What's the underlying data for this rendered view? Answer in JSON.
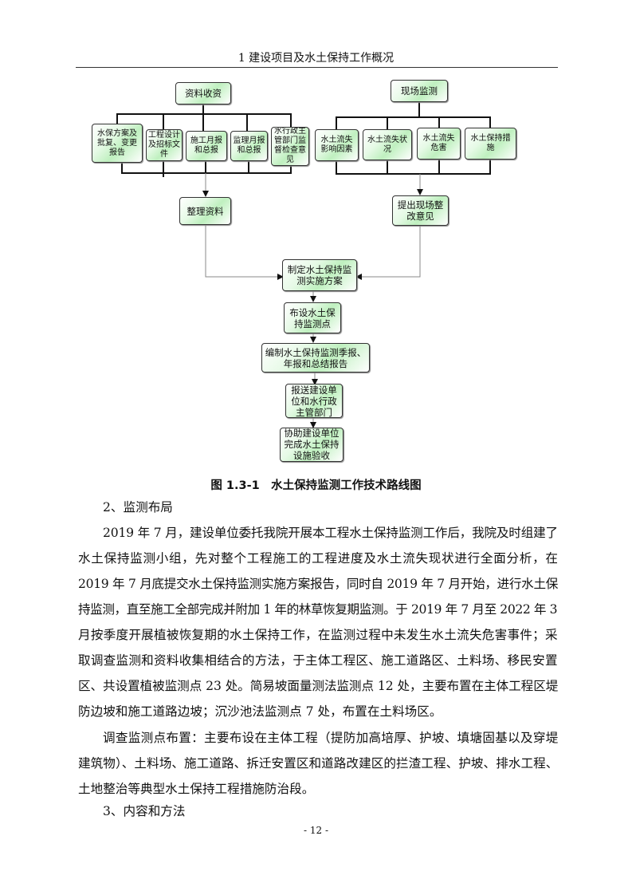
{
  "header": "1 建设项目及水土保持工作概况",
  "flowchart": {
    "left_root": "资料收资",
    "left_items": [
      "水保方案及批复、变更报告",
      "工程设计及招标文件",
      "施工月报和总报",
      "监理月报和总报",
      "水行政主管部门监督检查意见"
    ],
    "left_result": "整理资料",
    "right_root": "现场监测",
    "right_items": [
      "水土流失影响因素",
      "水土流失状况",
      "水土流失危害",
      "水土保持措施"
    ],
    "right_result": "提出现场整改意见",
    "steps": [
      "制定水土保持监测实施方案",
      "布设水土保持监测点",
      "编制水土保持监测季报、年报和总结报告",
      "报送建设单位和水行政主管部门",
      "协助建设单位完成水土保持设施验收"
    ]
  },
  "caption": "图 1.3-1　水土保持监测工作技术路线图",
  "section2_title": "2、监测布局",
  "para1": [
    "2019 年 7 月，建设单位委托我院开展本工程水土保持监测工作后，我院及时组建了",
    "水土保持监测小组，先对整个工程施工的工程进度及水土流失现状进行全面分析，在",
    "2019 年 7 月底提交水土保持监测实施方案报告，同时自 2019 年 7 月开始，进行水土保",
    "持监测，直至施工全部完成并附加 1 年的林草恢复期监测。于 2019 年 7 月至 2022 年 3",
    "月按季度开展植被恢复期的水土保持工作，在监测过程中未发生水土流失危害事件；采",
    "取调查监测和资料收集相结合的方法，于主体工程区、施工道路区、土料场、移民安置",
    "区、共设置植被监测点 23 处。简易坡面量测法监测点 12 处，主要布置在主体工程区堤",
    "防边坡和施工道路边坡；沉沙池法监测点 7 处，布置在土料场区。"
  ],
  "para2": [
    "调查监测点布置：主要布设在主体工程（提防加高培厚、护坡、填塘固基以及穿堤",
    "建筑物）、土料场、施工道路、拆迁安置区和道路改建区的拦渣工程、护坡、排水工程、",
    "土地整治等典型水土保持工程措施防治段。"
  ],
  "section3_title": "3、内容和方法",
  "page_number": "- 12 -"
}
